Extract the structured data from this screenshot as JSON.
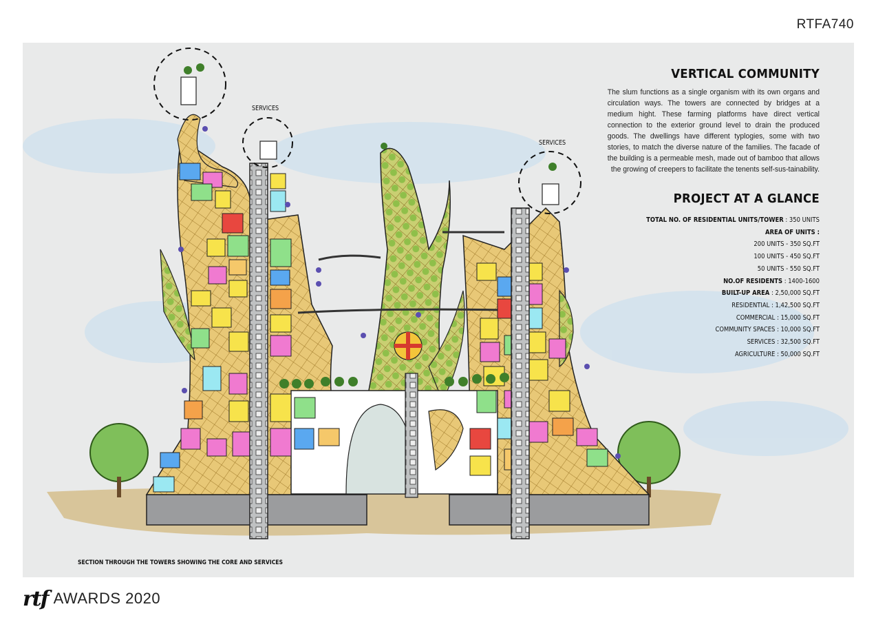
{
  "sheet_code": "RTFA740",
  "vertical_community": {
    "title": "VERTICAL COMMUNITY",
    "description": "The slum functions as a single organism with its own organs and circulation ways. The towers are connected by bridges at a medium hight. These farming platforms have direct vertical connection to the exterior ground level to drain the produced goods. The dwellings have different typlogies, some with two stories, to match the diverse nature of the families. The facade of the building is a permeable mesh, made out of bamboo that allows the growing of creepers to facilitate the tenents self-sus-tainability."
  },
  "project_at_a_glance": {
    "title": "PROJECT AT A GLANCE",
    "facts": [
      {
        "label": "TOTAL NO. OF RESIDENTIAL UNITS/TOWER",
        "value": " : 350 UNITS"
      },
      {
        "label": "AREA OF UNITS :",
        "value": ""
      },
      {
        "label": "",
        "value": "200 UNITS - 350 SQ.FT"
      },
      {
        "label": "",
        "value": "100 UNITS - 450 SQ.FT"
      },
      {
        "label": "",
        "value": "50 UNITS - 550 SQ.FT"
      },
      {
        "label": "NO.OF RESIDENTS",
        "value": " : 1400-1600"
      },
      {
        "label": "BUILT-UP AREA",
        "value": " : 2,50,000 SQ.FT"
      },
      {
        "label": "",
        "value": "RESIDENTIAL : 1,42,500 SQ.FT"
      },
      {
        "label": "",
        "value": "COMMERCIAL : 15,000 SQ.FT"
      },
      {
        "label": "",
        "value": "COMMUNITY SPACES : 10,000 SQ.FT"
      },
      {
        "label": "",
        "value": "SERVICES : 32,500 SQ.FT"
      },
      {
        "label": "",
        "value": "AGRICULTURE : 50,000 SQ.FT"
      }
    ]
  },
  "labels": {
    "services_left": "SERVICES",
    "services_right": "SERVICES",
    "caption": "SECTION THROUGH THE TOWERS SHOWING THE CORE AND SERVICES"
  },
  "footer": {
    "logo": "rtf",
    "awards": "AWARDS 2020"
  },
  "palette": {
    "sheet_bg": "#e9eaea",
    "ground": "#d8c59a",
    "mesh": "#d9b15a",
    "green": "#8fb84a",
    "units": [
      "#f7e34b",
      "#5aa8f0",
      "#f07ad0",
      "#8fe08a",
      "#f4a24a",
      "#e8473f",
      "#9be8f2",
      "#f5c86a"
    ]
  }
}
